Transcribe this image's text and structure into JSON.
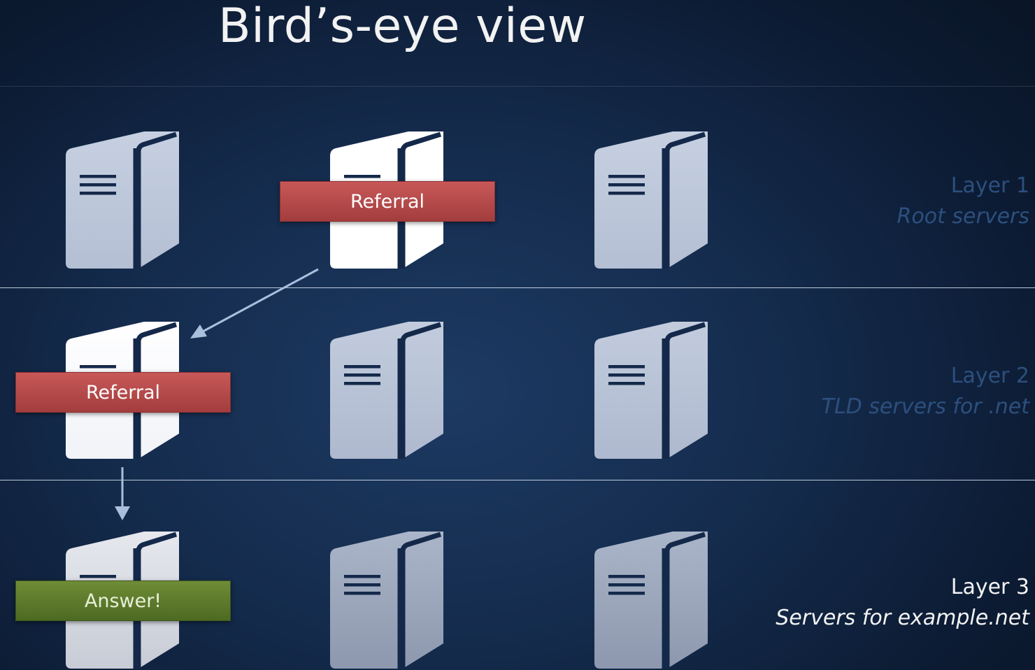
{
  "title": "Bird’s-eye view",
  "badges": {
    "referral_1": "Referral",
    "referral_2": "Referral",
    "answer": "Answer!"
  },
  "layers": [
    {
      "name": "Layer 1",
      "subtitle": "Root servers",
      "emphasis": "dim"
    },
    {
      "name": "Layer 2",
      "subtitle": "TLD servers for .net",
      "emphasis": "dim"
    },
    {
      "name": "Layer 3",
      "subtitle": "Servers for example.net",
      "emphasis": "bright"
    }
  ],
  "icons": {
    "server": "server-icon",
    "arrow": "arrow-icon"
  },
  "colors": {
    "background": "#142b4c",
    "server_inactive": "#bcc7da",
    "server_active": "#ffffff",
    "server_lower": "#98a4bb",
    "referral": "#b84a4a",
    "answer": "#5e7b2c",
    "arrow": "#a9bfdc",
    "dim_label": "#2d4f7e",
    "bright_label": "#f2f2f2"
  }
}
